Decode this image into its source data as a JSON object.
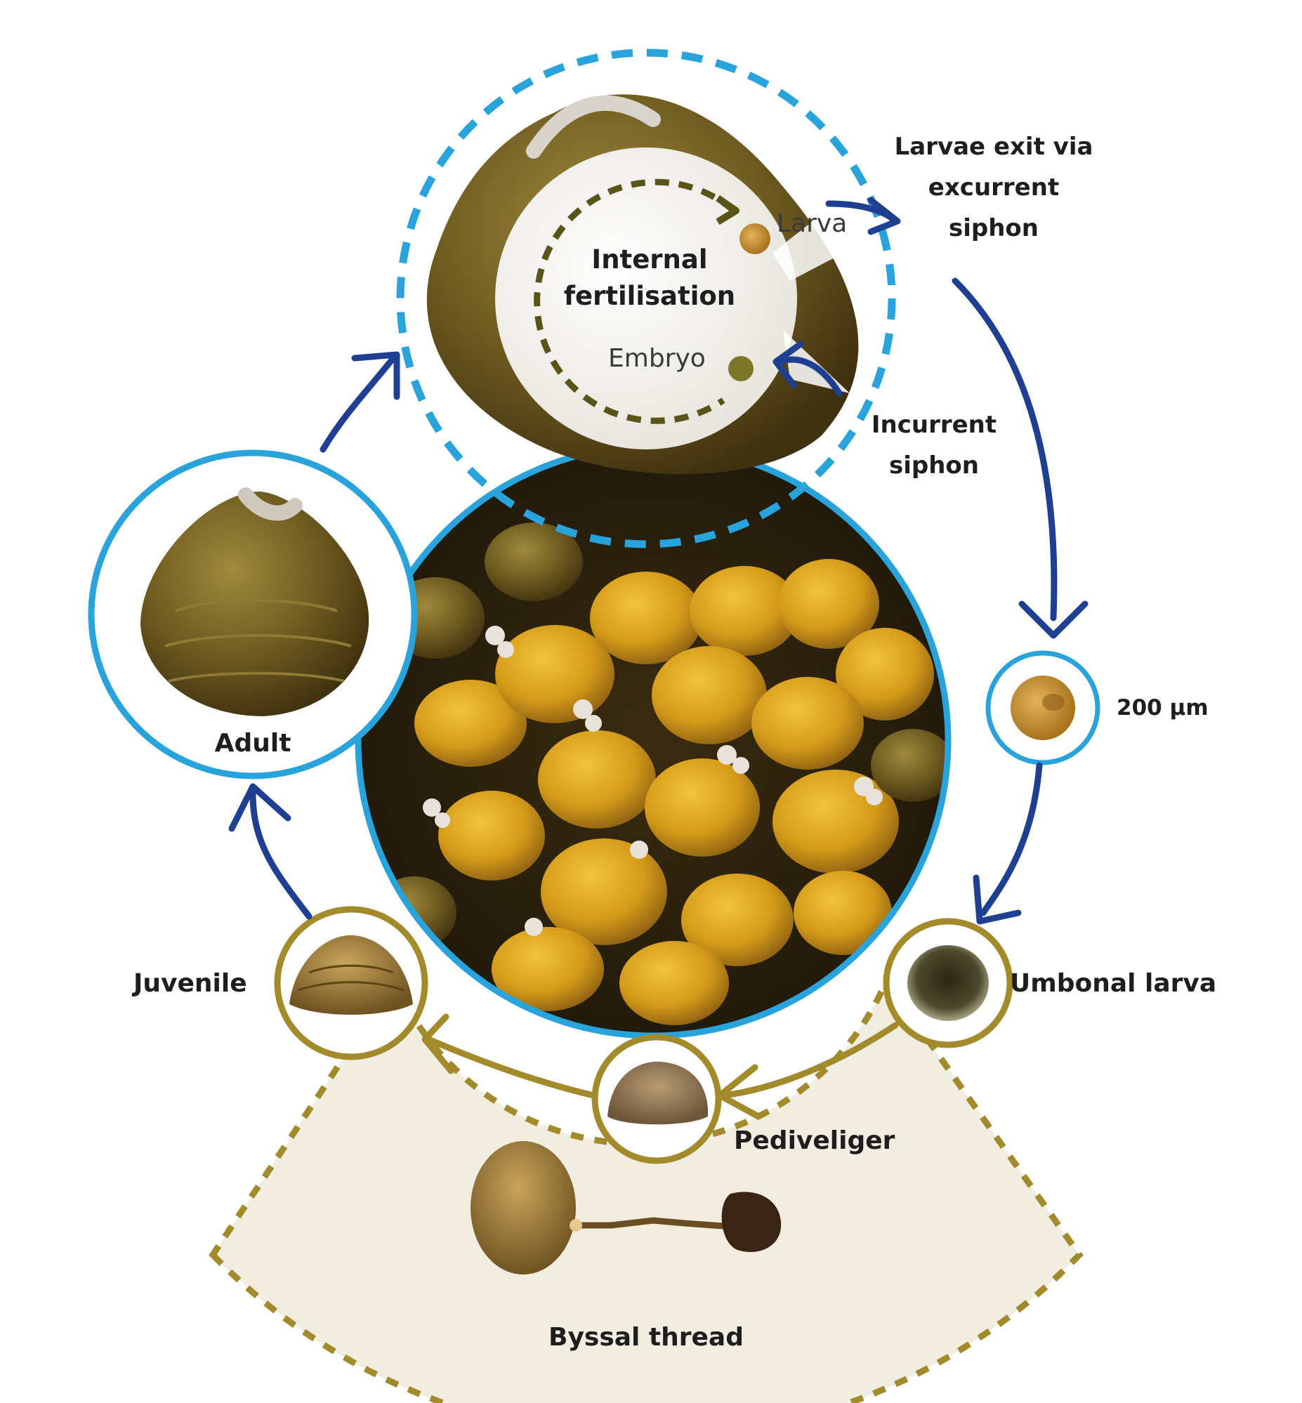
{
  "colors": {
    "background": "#ffffff",
    "cycle_arrow": "#1f3f93",
    "stage_ring_blue": "#29a3dc",
    "stage_ring_olive": "#a38b2b",
    "inner_cycle": "#5a5418",
    "juvenile_zone_fill": "#f1eee1",
    "shell_brown": "#6b5a22",
    "shell_yellow": "#d8a41c"
  },
  "labels": {
    "internal_fertilisation": [
      "Internal",
      "fertilisation"
    ],
    "larva": "Larva",
    "embryo": "Embryo",
    "larvae_exit": [
      "Larvae exit via",
      "excurrent",
      "siphon"
    ],
    "incurrent_siphon": [
      "Incurrent",
      "siphon"
    ],
    "size": "200 μm",
    "adult": "Adult",
    "juvenile": "Juvenile",
    "umbonal_larva": "Umbonal larva",
    "pediveliger": "Pediveliger",
    "byssal_thread": "Byssal thread"
  },
  "icons": {
    "adult": "adult-clam-photo",
    "colony": "clam-colony-photo",
    "fertilisation": "clam-shell-cutaway-photo",
    "larva": "larva-dot",
    "embryo": "embryo-dot",
    "veliger": "veliger-larva-photo",
    "umbonal": "umbonal-larva-photo",
    "pediveliger": "pediveliger-photo",
    "juvenile": "juvenile-clam-photo",
    "byssal": "byssal-thread-photo"
  }
}
